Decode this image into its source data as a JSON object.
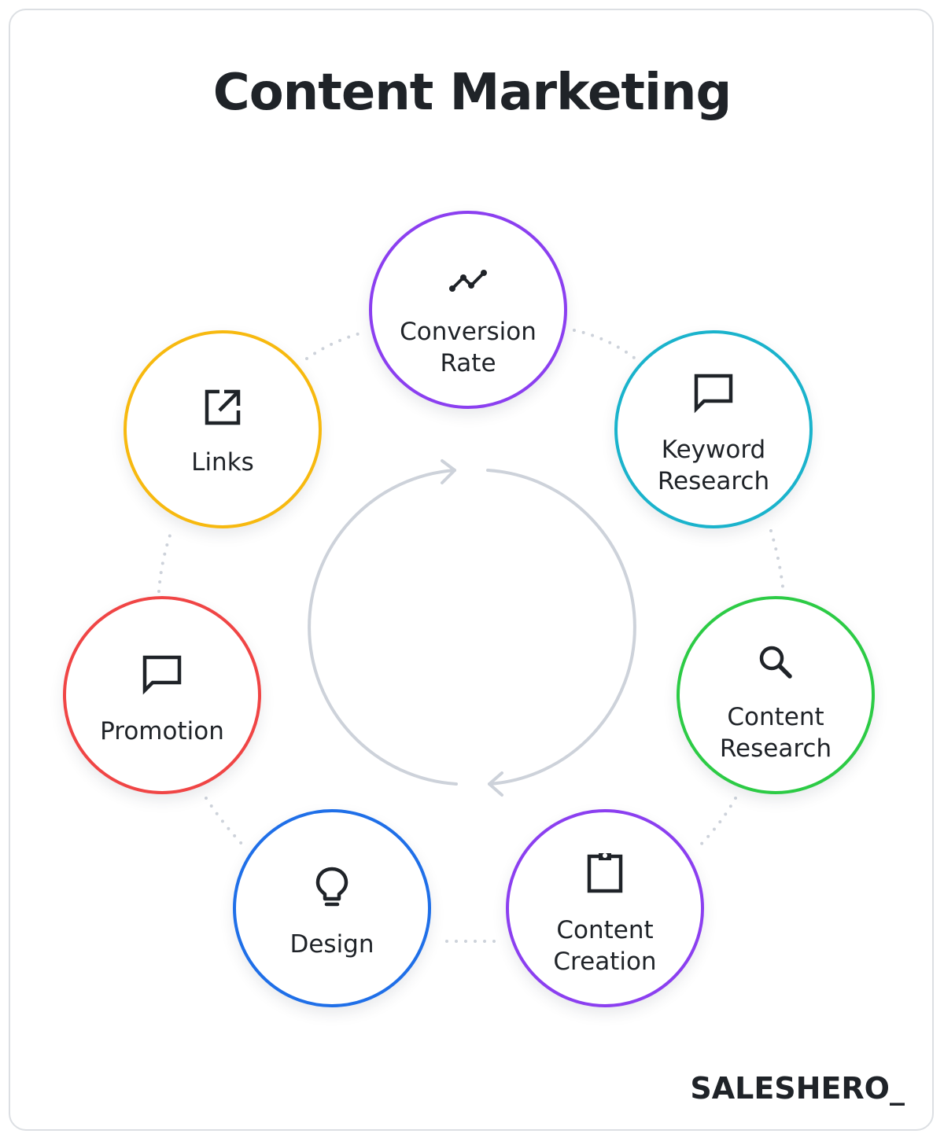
{
  "title": "Content Marketing",
  "brand": "SALESHERO_",
  "nodes": [
    {
      "label": "Conversion\nRate",
      "icon": "trend-line-icon",
      "color": "#8b3ff0"
    },
    {
      "label": "Keyword\nResearch",
      "icon": "chat-bubble-icon",
      "color": "#1ab3cc"
    },
    {
      "label": "Content\nResearch",
      "icon": "magnifier-icon",
      "color": "#2ccb45"
    },
    {
      "label": "Content\nCreation",
      "icon": "clipboard-icon",
      "color": "#8b3ff0"
    },
    {
      "label": "Design",
      "icon": "lightbulb-icon",
      "color": "#1f6fe8"
    },
    {
      "label": "Promotion",
      "icon": "chat-bubble-icon",
      "color": "#f04545"
    },
    {
      "label": "Links",
      "icon": "external-link-icon",
      "color": "#f7b90f"
    }
  ],
  "colors": {
    "text": "#1f2328",
    "cycle_arrow": "#cdd2da",
    "connector_dots": "#cdd2da"
  }
}
